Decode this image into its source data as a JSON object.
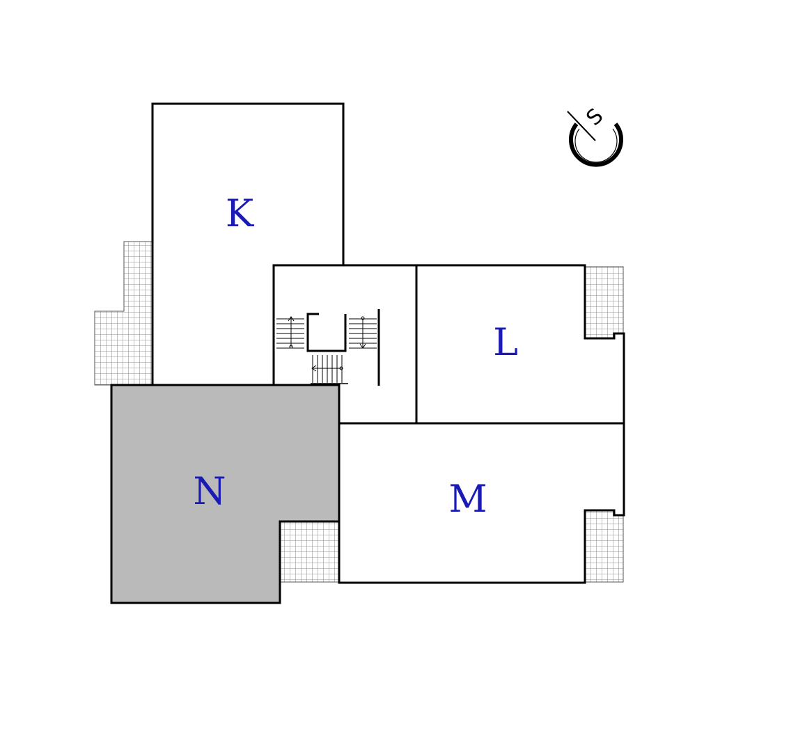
{
  "plan": {
    "units": {
      "k": {
        "label": "K"
      },
      "l": {
        "label": "L"
      },
      "m": {
        "label": "M"
      },
      "n": {
        "label": "N",
        "highlighted": true
      }
    },
    "compass": {
      "label": "S"
    },
    "colors": {
      "label": "#1a1ab4",
      "highlight_fill": "#bababa",
      "wall": "#000000",
      "terrace_grid": "#555555"
    }
  }
}
